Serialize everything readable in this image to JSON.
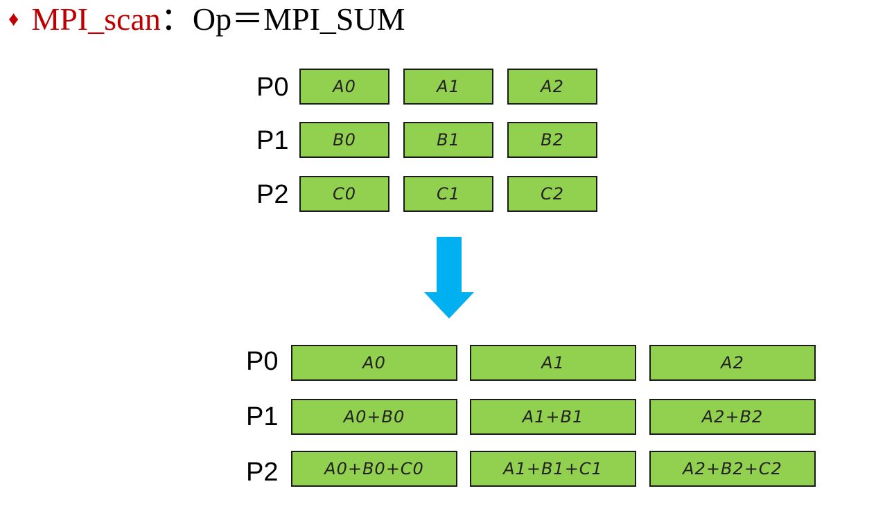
{
  "title": {
    "bullet": "♦",
    "function": "MPI_scan",
    "colon": "：",
    "rest": "Op＝MPI_SUM"
  },
  "before": {
    "rows": [
      {
        "label": "P0",
        "cells": [
          "A0",
          "A1",
          "A2"
        ]
      },
      {
        "label": "P1",
        "cells": [
          "B0",
          "B1",
          "B2"
        ]
      },
      {
        "label": "P2",
        "cells": [
          "C0",
          "C1",
          "C2"
        ]
      }
    ]
  },
  "after": {
    "rows": [
      {
        "label": "P0",
        "cells": [
          "A0",
          "A1",
          "A2"
        ]
      },
      {
        "label": "P1",
        "cells": [
          "A0+B0",
          "A1+B1",
          "A2+B2"
        ]
      },
      {
        "label": "P2",
        "cells": [
          "A0+B0+C0",
          "A1+B1+C1",
          "A2+B2+C2"
        ]
      }
    ]
  },
  "colors": {
    "cell_fill": "#92d050",
    "arrow": "#00b0f0",
    "title_accent": "#c00000"
  },
  "icons": {
    "arrow": "down-arrow-icon"
  }
}
